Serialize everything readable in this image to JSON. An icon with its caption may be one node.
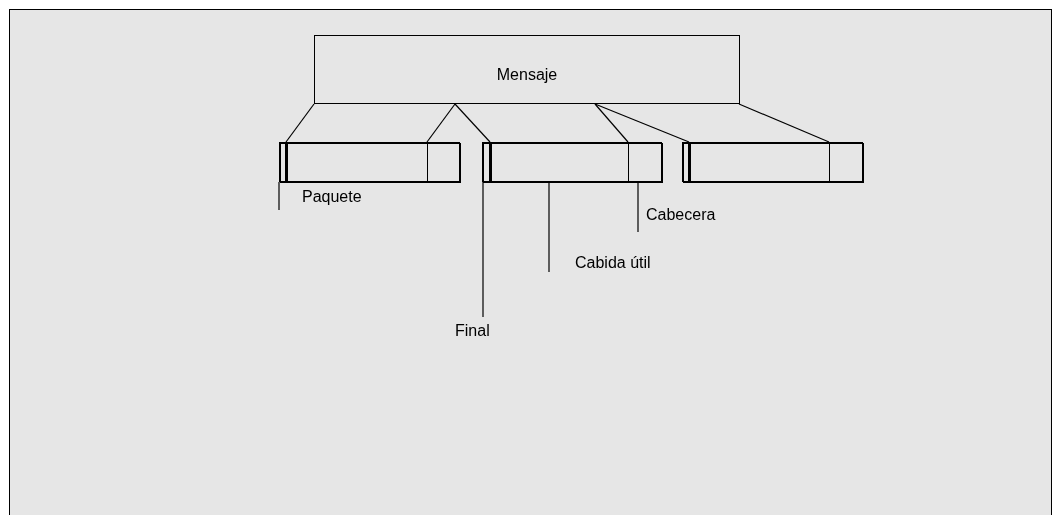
{
  "diagram": {
    "nodes": [
      {
        "text": [
          "Mensaje"
        ]
      },
      {
        "text": [],
        "shape": "box"
      },
      {
        "text": [],
        "shape": "box",
        "in": 1
      },
      {
        "text": [],
        "shape": "box",
        "in": 1
      },
      {
        "text": [],
        "shape": "box",
        "in": 1
      },
      {
        "text": [],
        "shape": "box"
      },
      {
        "text": [],
        "shape": "box",
        "in": 5
      },
      {
        "text": [],
        "shape": "box",
        "in": 5
      },
      {
        "text": [],
        "shape": "box",
        "in": 5
      },
      {
        "text": [],
        "shape": "box"
      },
      {
        "text": [],
        "shape": "box",
        "in": 9
      },
      {
        "text": [],
        "shape": "box",
        "in": 9
      },
      {
        "text": [],
        "shape": "box",
        "in": 9
      },
      {
        "text": [
          "Paquete"
        ]
      },
      {
        "text": [
          "Cabecera"
        ]
      },
      {
        "text": [
          "Cabida útil"
        ]
      },
      {
        "text": [
          "Final"
        ]
      }
    ],
    "edges": [
      {
        "from": 0,
        "to": 3,
        "arrow": "none"
      },
      {
        "from": 0,
        "to": 3,
        "arrow": "none"
      },
      {
        "from": 0,
        "to": 7,
        "arrow": "none"
      },
      {
        "from": 0,
        "to": 7,
        "arrow": "none"
      },
      {
        "from": 0,
        "to": 11,
        "arrow": "none"
      },
      {
        "from": 0,
        "to": 11,
        "arrow": "none"
      },
      {
        "from": 13,
        "to": 1,
        "arrow": "none"
      },
      {
        "from": 14,
        "to": 8,
        "arrow": "none"
      },
      {
        "from": 15,
        "to": 7,
        "arrow": "none"
      },
      {
        "from": 16,
        "to": 6,
        "arrow": "none"
      }
    ]
  }
}
